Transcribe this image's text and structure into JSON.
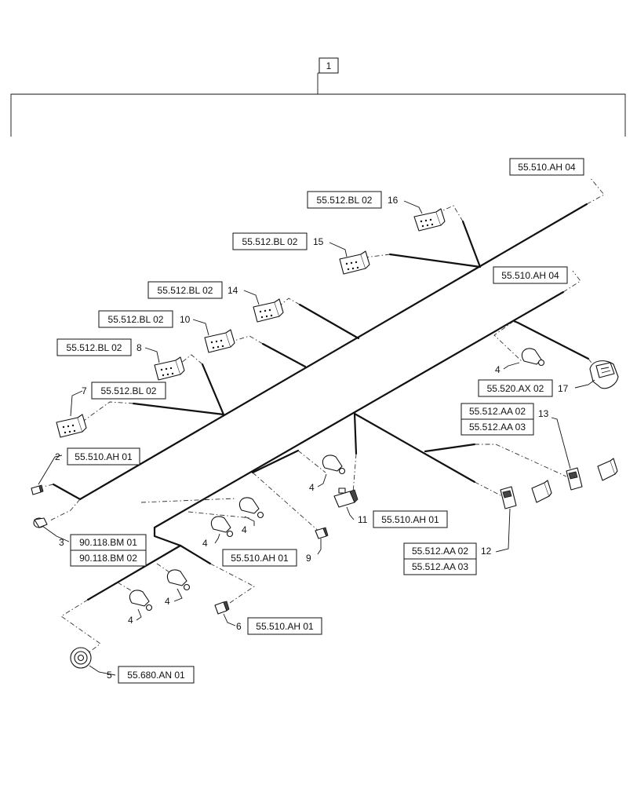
{
  "assembly": {
    "item_number": "1"
  },
  "callouts": [
    {
      "id": "c16",
      "number": "16",
      "refs": [
        "55.512.BL 02"
      ]
    },
    {
      "id": "c15",
      "number": "15",
      "refs": [
        "55.512.BL 02"
      ]
    },
    {
      "id": "c14",
      "number": "14",
      "refs": [
        "55.512.BL 02"
      ]
    },
    {
      "id": "c10",
      "number": "10",
      "refs": [
        "55.512.BL 02"
      ]
    },
    {
      "id": "c8",
      "number": "8",
      "refs": [
        "55.512.BL 02"
      ]
    },
    {
      "id": "c7",
      "number": "7",
      "refs": [
        "55.512.BL 02"
      ]
    },
    {
      "id": "c2",
      "number": "2",
      "refs": [
        "55.510.AH 01"
      ]
    },
    {
      "id": "c3",
      "number": "3",
      "refs": [
        "90.118.BM 01",
        "90.118.BM 02"
      ]
    },
    {
      "id": "c5",
      "number": "5",
      "refs": [
        "55.680.AN 01"
      ]
    },
    {
      "id": "c6",
      "number": "6",
      "refs": [
        "55.510.AH 01"
      ]
    },
    {
      "id": "c9",
      "number": "9",
      "refs": [
        "55.510.AH 01"
      ]
    },
    {
      "id": "c11",
      "number": "11",
      "refs": [
        "55.510.AH 01"
      ]
    },
    {
      "id": "c12",
      "number": "12",
      "refs": [
        "55.512.AA 02",
        "55.512.AA 03"
      ]
    },
    {
      "id": "c13",
      "number": "13",
      "refs": [
        "55.512.AA 02",
        "55.512.AA 03"
      ]
    },
    {
      "id": "c17",
      "number": "17",
      "refs": [
        "55.520.AX 02"
      ]
    },
    {
      "id": "c4a",
      "number": "4",
      "refs": []
    },
    {
      "id": "c4b",
      "number": "4",
      "refs": []
    },
    {
      "id": "c4c",
      "number": "4",
      "refs": []
    },
    {
      "id": "c4d",
      "number": "4",
      "refs": []
    },
    {
      "id": "c4e",
      "number": "4",
      "refs": []
    },
    {
      "id": "c4f",
      "number": "4",
      "refs": []
    }
  ],
  "wire_end_refs": [
    {
      "id": "w1",
      "ref": "55.510.AH 04"
    },
    {
      "id": "w2",
      "ref": "55.510.AH 04"
    }
  ]
}
